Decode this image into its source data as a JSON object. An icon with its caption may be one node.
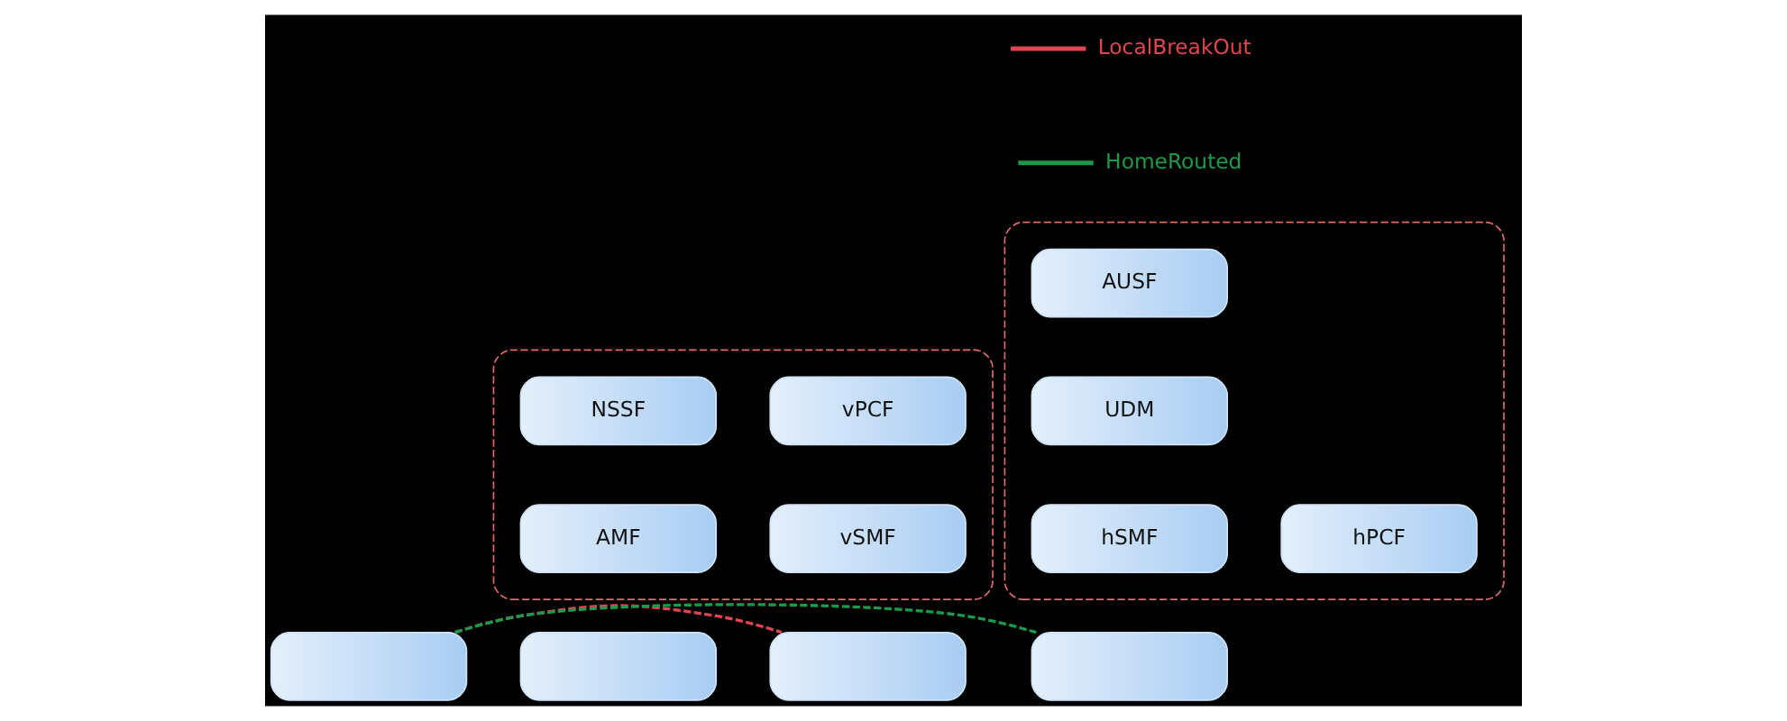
{
  "diagram": {
    "nodes": [
      {
        "text": [],
        "shape": "box"
      },
      {
        "text": [
          "AUSF"
        ],
        "in": 0
      },
      {
        "text": [],
        "shape": "box"
      },
      {
        "text": [
          "NSSF"
        ],
        "in": 2
      },
      {
        "text": [
          "vPCF"
        ],
        "in": 2
      },
      {
        "text": [
          "UDM"
        ],
        "in": 0
      },
      {
        "text": [
          "AMF"
        ],
        "in": 2
      },
      {
        "text": [
          "vSMF"
        ],
        "in": 2
      },
      {
        "text": [
          "hSMF"
        ],
        "in": 0
      },
      {
        "text": [
          "hPCF"
        ],
        "in": 0
      },
      {
        "text": [],
        "shape": "box"
      },
      {
        "text": [],
        "shape": "box"
      },
      {
        "text": [],
        "shape": "box"
      },
      {
        "text": [],
        "shape": "box"
      }
    ],
    "edges": [
      {
        "from": 10,
        "to": 12,
        "arrow": "none",
        "style": "dashed",
        "color": "#e0444f"
      },
      {
        "from": 10,
        "to": 13,
        "arrow": "none",
        "style": "dashed",
        "color": "#1a9a4a"
      }
    ],
    "legend": [
      {
        "text": "LocalBreakOut",
        "color": "#e0444f"
      },
      {
        "text": "HomeRouted",
        "color": "#1a9a4a"
      }
    ]
  }
}
